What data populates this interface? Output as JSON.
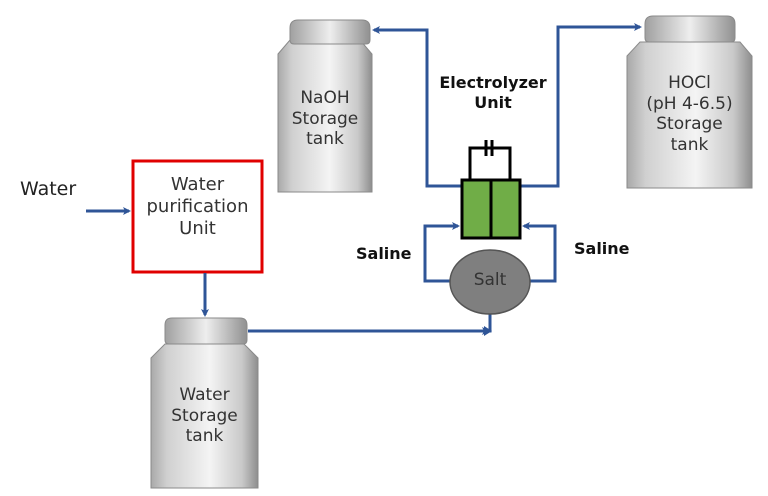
{
  "diagram": {
    "colors": {
      "pipe": "#2F5597",
      "purification_border": "#E00000",
      "electrolyzer_fill": "#70AD47",
      "salt_fill": "#7F7F7F",
      "tank_base": "#D9D9D9"
    },
    "input_label": "Water",
    "purification_unit": {
      "lines": [
        "Water",
        "purification",
        "Unit"
      ]
    },
    "naoh_tank": {
      "lines": [
        "NaOH",
        "Storage",
        "tank"
      ]
    },
    "hocl_tank": {
      "lines": [
        "HOCl",
        "(pH 4-6.5)",
        "Storage",
        "tank"
      ]
    },
    "water_tank": {
      "lines": [
        "Water",
        "Storage",
        "tank"
      ]
    },
    "electrolyzer": {
      "lines": [
        "Electrolyzer",
        "Unit"
      ]
    },
    "salt": {
      "label": "Salt"
    },
    "saline_left": "Saline",
    "saline_right": "Saline",
    "icons": {
      "power_source": "dc-power-source-icon",
      "arrow": "arrow-icon"
    }
  }
}
